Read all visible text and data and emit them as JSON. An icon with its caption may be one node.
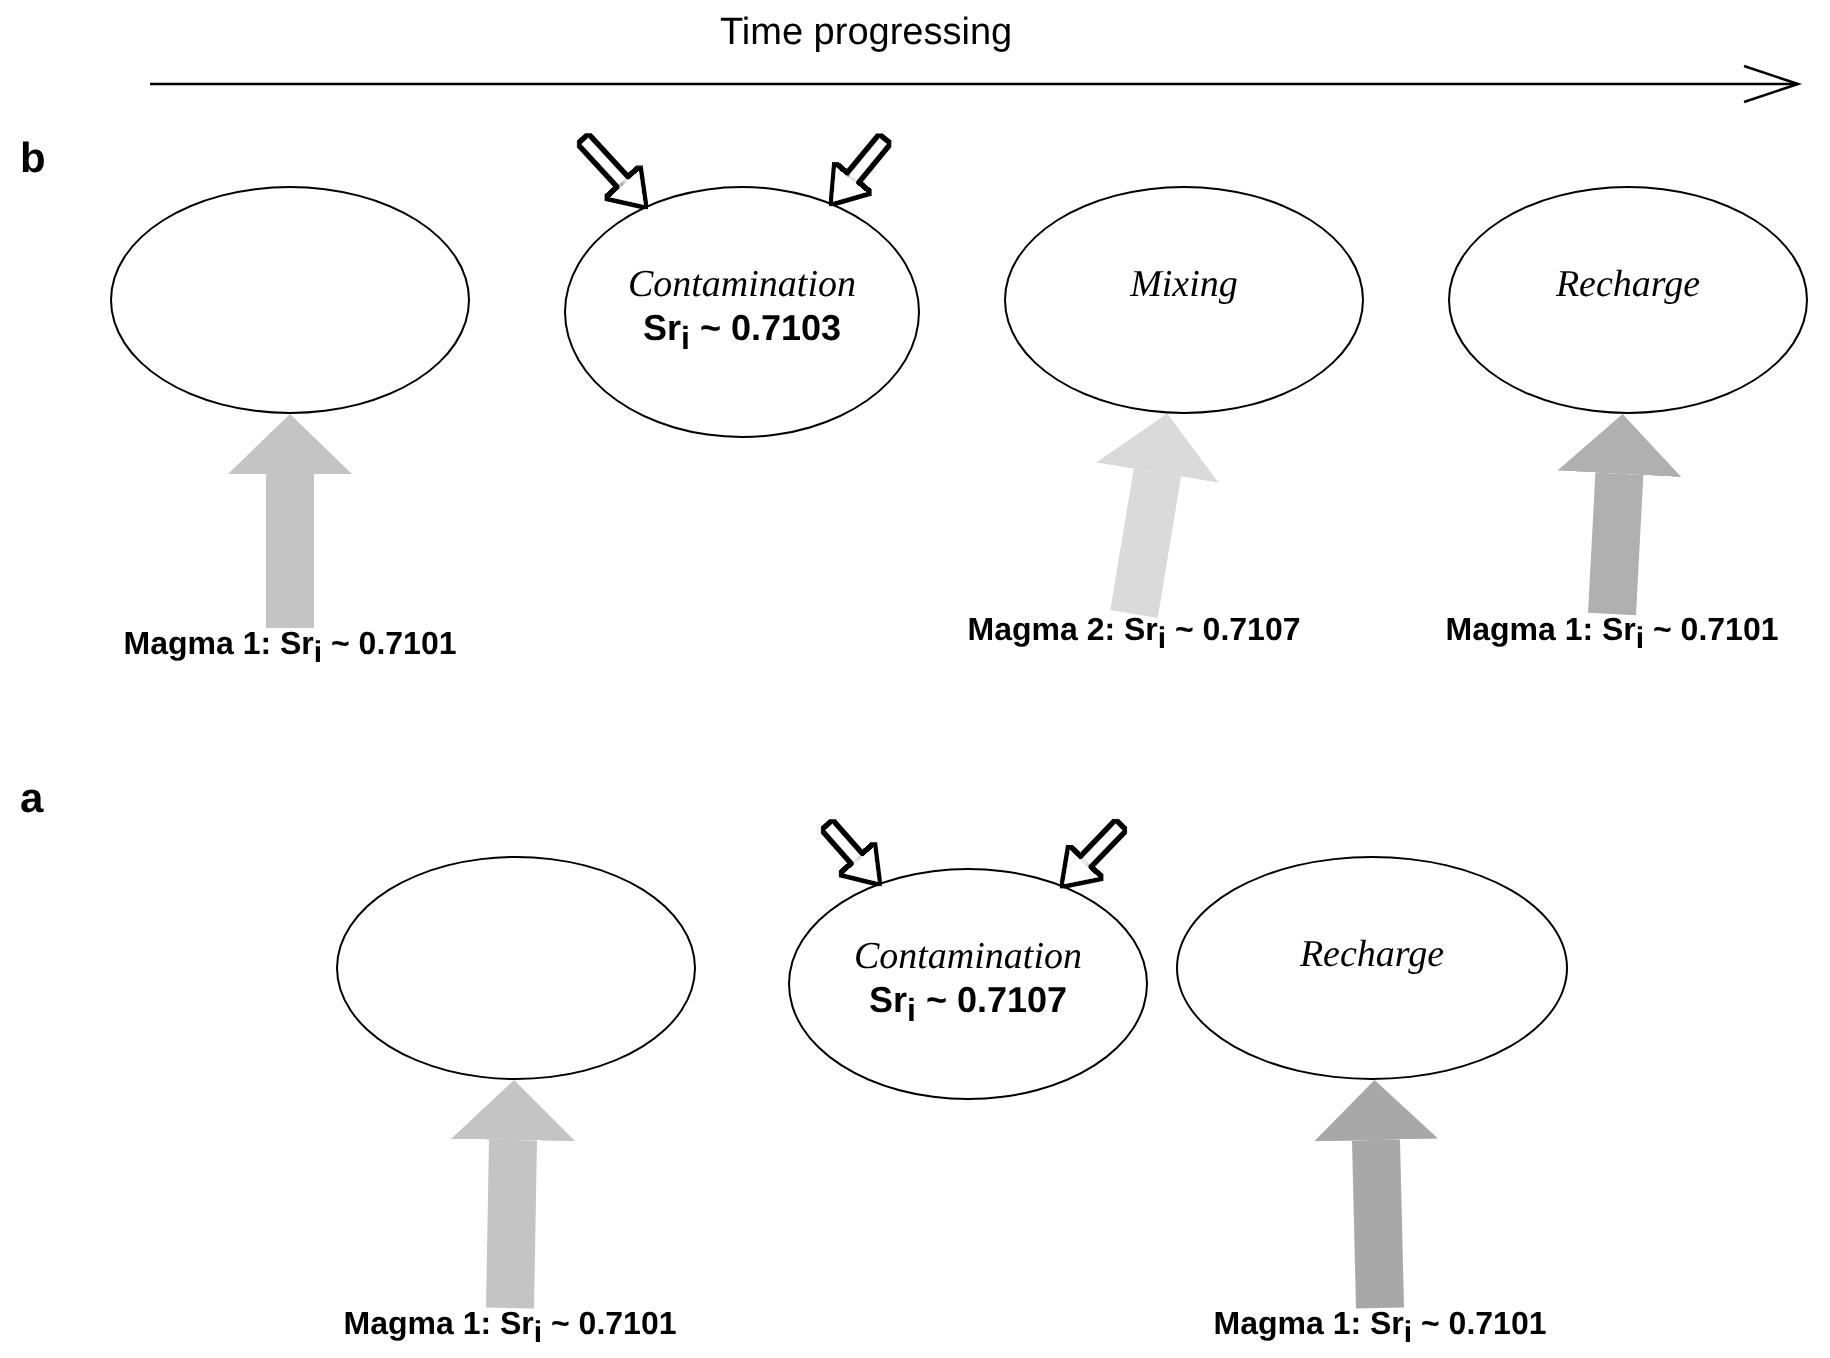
{
  "diagram": {
    "nodes": [
      {
        "text": [],
        "shape": "ellipse"
      },
      {
        "text": [
          "Contamination",
          "Sr$_{i}$ ~ 0.7103"
        ]
      },
      {
        "text": [
          "Mixing"
        ]
      },
      {
        "text": [
          "Recharge"
        ]
      },
      {
        "text": [
          "Magma 1: Sr$_{i}$ ~ 0.7101"
        ]
      },
      {
        "text": [
          "Magma 2: Sr$_{i}$ ~ 0.7107"
        ]
      },
      {
        "text": [
          "Magma 1: Sr$_{i}$ ~ 0.7101"
        ]
      },
      {
        "text": [],
        "shape": "ellipse"
      },
      {
        "text": [
          "Contamination",
          "Sr$_{i}$ ~ 0.7107"
        ]
      },
      {
        "text": [
          "Recharge"
        ]
      },
      {
        "text": [
          "Magma 1: Sr$_{i}$ ~ 0.7101"
        ]
      },
      {
        "text": [
          "Magma 1: Sr$_{i}$ ~ 0.7101"
        ]
      }
    ],
    "edges": [
      {
        "from": 4,
        "to": 0,
        "arrow": "to",
        "color": "#c4c4c4"
      },
      {
        "from": null,
        "to": 1,
        "arrow": "to"
      },
      {
        "from": null,
        "to": 1,
        "arrow": "to"
      },
      {
        "from": 5,
        "to": 2,
        "arrow": "to",
        "color": "#dadada"
      },
      {
        "from": 6,
        "to": 3,
        "arrow": "to",
        "color": "#b0b0b0"
      },
      {
        "from": 10,
        "to": 7,
        "arrow": "to",
        "color": "#c4c4c4"
      },
      {
        "from": null,
        "to": 8,
        "arrow": "to"
      },
      {
        "from": null,
        "to": 8,
        "arrow": "to"
      },
      {
        "from": 11,
        "to": 9,
        "arrow": "to",
        "color": "#a8a8a8"
      }
    ],
    "labels": [
      "Time progressing",
      "b",
      "a"
    ]
  }
}
